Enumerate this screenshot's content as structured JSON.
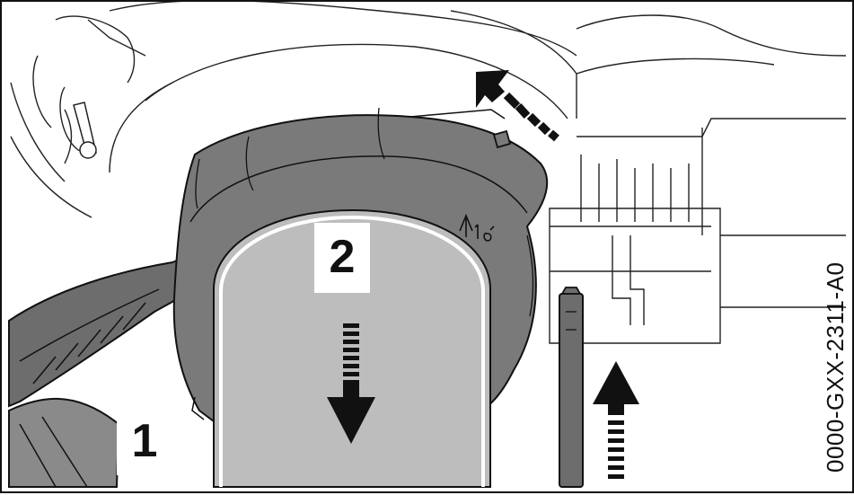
{
  "labels": {
    "step_1": "1",
    "step_2": "2",
    "document_code": "0000-GXX-2311-A0"
  },
  "colors": {
    "outline": "#111111",
    "dark_part": "#6d6d6d",
    "mid_part": "#8a8a8a",
    "light_part": "#bdbdbd",
    "background": "#ffffff"
  },
  "icons": {
    "arrow_up_left": "dashed-arrow-up-left",
    "arrow_down": "dashed-arrow-down",
    "arrow_up": "dashed-arrow-up",
    "marking_glyph": "adjust-marking-glyph"
  }
}
